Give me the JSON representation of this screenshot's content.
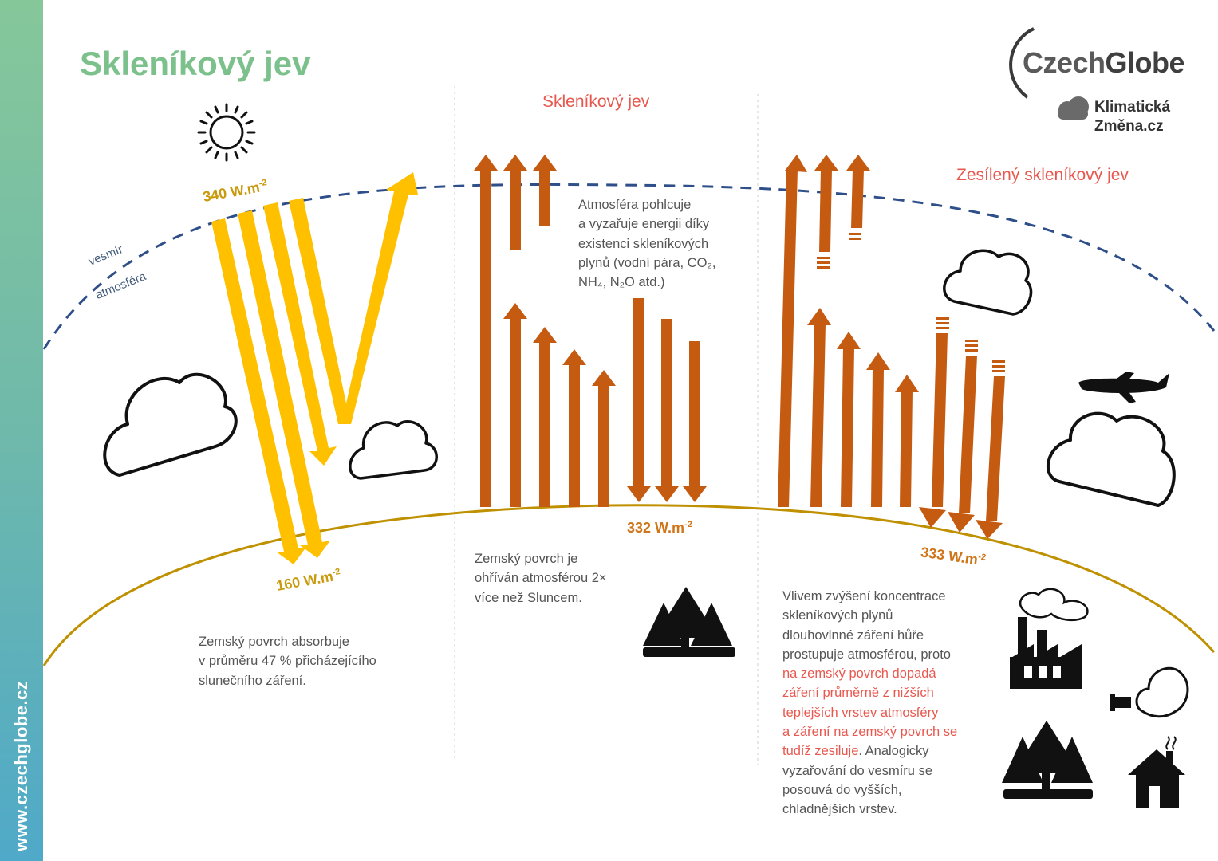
{
  "title": "Skleníkový jev",
  "sidebar_url": "www.czechglobe.cz",
  "logo": {
    "czech": "Czech",
    "globe": "Globe",
    "kz_line1": "Klimatická",
    "kz_line2": "Změna.cz"
  },
  "labels": {
    "space": "vesmír",
    "atmosphere": "atmosféra"
  },
  "section2_title": "Skleníkový jev",
  "section3_title": "Zesílený skleníkový jev",
  "flux": {
    "incoming": "340 W.m",
    "incoming_exp": "-2",
    "absorbed": "160 W.m",
    "absorbed_exp": "-2",
    "back": "332 W.m",
    "back_exp": "-2",
    "enhanced": "333 W.m",
    "enhanced_exp": "-2"
  },
  "text1": {
    "l1": "Zemský povrch absorbuje",
    "l2": "v průměru 47 % přicházejícího",
    "l3": "slunečního záření."
  },
  "text_atm": {
    "l1": "Atmosféra pohlcuje",
    "l2": "a vyzařuje energii díky",
    "l3": "existenci skleníkových",
    "l4": "plynů (vodní pára, CO₂,",
    "l5": "NH₄, N₂O atd.)"
  },
  "text2": {
    "l1": "Zemský povrch je",
    "l2": "ohříván atmosférou 2×",
    "l3": "více než Sluncem."
  },
  "text3": {
    "l1": "Vlivem zvýšení koncentrace",
    "l2": "skleníkových plynů",
    "l3": "dlouhovlnné záření hůře",
    "l4": "prostupuje atmosférou, proto",
    "r1": "na zemský povrch dopadá",
    "r2": "záření průměrně z nižších",
    "r3": "teplejších vrstev atmosféry",
    "r4": "a záření na zemský povrch se",
    "r5": "tudíž zesiluje",
    "e1": ". Analogicky",
    "e2": "vyzařování do vesmíru se",
    "e3": "posouvá do vyšších,",
    "e4": "chladnějších vrstev."
  },
  "colors": {
    "solar": "#ffc000",
    "longwave": "#c55a11",
    "atmosphere_line": "#2f4f8a",
    "surface_line": "#bf9000",
    "accent_red": "#e8584f",
    "title_green": "#7cc18c"
  }
}
